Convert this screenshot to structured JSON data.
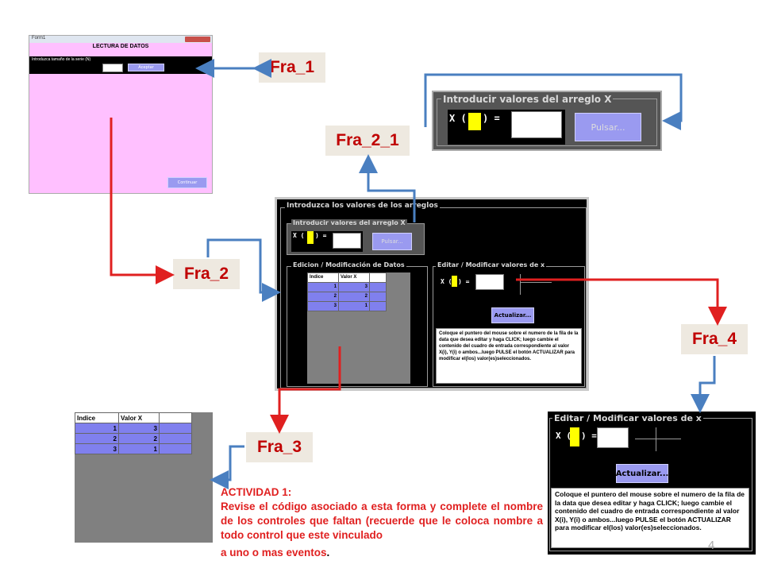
{
  "colors": {
    "accent_red": "#e02020",
    "arrow_blue": "#4a7fc0",
    "form_pink": "#ffc0ff",
    "button": "#9a9af0",
    "highlight": "#ffff00"
  },
  "labels": {
    "fra1": "Fra_1",
    "fra21": "Fra_2_1",
    "fra2": "Fra_2",
    "fra4": "Fra_4",
    "fra3": "Fra_3"
  },
  "form1": {
    "window_title": "Form1",
    "heading": "LECTURA DE DATOS",
    "prompt": "Introduzca tamaño de la serie (N)",
    "accept_button": "Aceptar",
    "continue_button": "Continuar"
  },
  "main": {
    "frame_title": "Introduzca los valores de los arreglos",
    "x_input": {
      "caption": "Introducir valores del arreglo X",
      "prompt_left": "X (",
      "prompt_right": ") =",
      "button": "Pulsar..."
    },
    "edit_frame": {
      "caption": "Edicion / Modificación de Datos"
    },
    "modify_frame": {
      "caption": "Editar / Modificar valores de x",
      "prompt_left": "X (",
      "prompt_right": ") =",
      "button": "Actualizar...",
      "help": "Coloque el puntero del mouse sobre el numero de la fila de la data que desea editar y haga CLICK; luego cambie el contenido del cuadro de entrada correspondiente al valor X(i), Y(i) o ambos...luego PULSE el botón ACTUALIZAR para modificar el(los) valor(es)seleccionados."
    }
  },
  "grid": {
    "headers": [
      "Indice",
      "Valor X",
      ""
    ],
    "rows": [
      [
        "1",
        "3",
        ""
      ],
      [
        "2",
        "2",
        ""
      ],
      [
        "3",
        "1",
        ""
      ]
    ]
  },
  "activity": {
    "title": "ACTIVIDAD 1:",
    "body": "Revise el código asociado a esta forma y complete el nombre de los controles que faltan (recuerde que le coloca nombre a todo control que este vinculado",
    "tail": "a uno o mas eventos",
    "period": "."
  },
  "page_number": "4"
}
